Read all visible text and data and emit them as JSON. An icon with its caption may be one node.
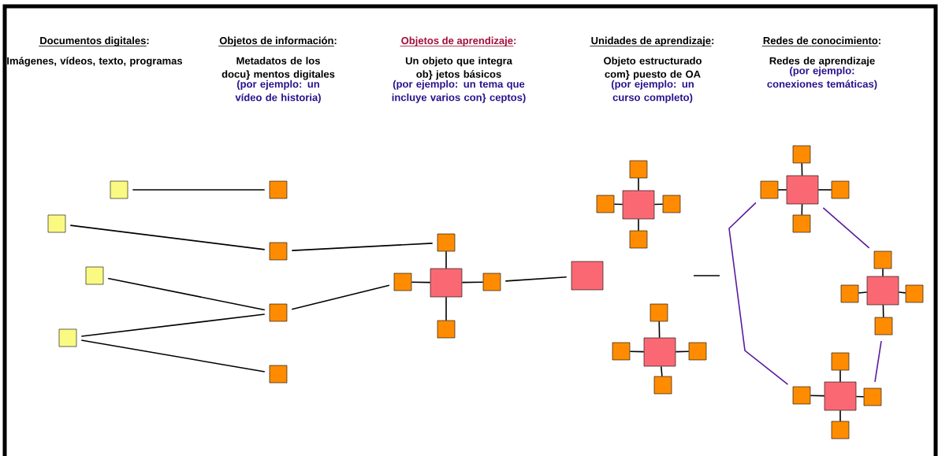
{
  "diagram": {
    "nodes": [
      {
        "text": [],
        "shape": "box"
      },
      {
        "text": [],
        "shape": "box"
      },
      {
        "text": [],
        "shape": "box"
      },
      {
        "text": [],
        "shape": "box"
      },
      {
        "text": [],
        "shape": "box"
      },
      {
        "text": [],
        "shape": "box"
      },
      {
        "text": [],
        "shape": "box"
      },
      {
        "text": [],
        "shape": "box"
      },
      {
        "text": [],
        "shape": "box"
      },
      {
        "text": [],
        "shape": "box"
      },
      {
        "text": [],
        "shape": "box"
      },
      {
        "text": [],
        "shape": "box"
      },
      {
        "text": [],
        "shape": "box"
      },
      {
        "text": [],
        "shape": "box"
      },
      {
        "text": [],
        "shape": "box"
      },
      {
        "text": [],
        "shape": "box"
      },
      {
        "text": [],
        "shape": "box"
      },
      {
        "text": [],
        "shape": "box"
      },
      {
        "text": [],
        "shape": "box"
      },
      {
        "text": [],
        "shape": "box"
      },
      {
        "text": [],
        "shape": "box"
      },
      {
        "text": [],
        "shape": "box"
      },
      {
        "text": [],
        "shape": "box"
      },
      {
        "text": [],
        "shape": "box"
      },
      {
        "text": [],
        "shape": "box"
      },
      {
        "text": [],
        "shape": "box"
      },
      {
        "text": [],
        "shape": "box"
      },
      {
        "text": [],
        "shape": "box"
      },
      {
        "text": [],
        "shape": "box"
      },
      {
        "text": [],
        "shape": "box"
      },
      {
        "text": [],
        "shape": "box"
      },
      {
        "text": [],
        "shape": "box"
      },
      {
        "text": [],
        "shape": "box"
      },
      {
        "text": [],
        "shape": "box"
      },
      {
        "text": [],
        "shape": "box"
      },
      {
        "text": [],
        "shape": "box"
      },
      {
        "text": [],
        "shape": "box"
      },
      {
        "text": [],
        "shape": "box"
      },
      {
        "text": [],
        "shape": "box"
      }
    ],
    "edges": [
      {
        "from": 0,
        "to": 4,
        "arrow": "none"
      },
      {
        "from": 1,
        "to": 5,
        "arrow": "none"
      },
      {
        "from": 2,
        "to": 6,
        "arrow": "none"
      },
      {
        "from": 3,
        "to": 6,
        "arrow": "none"
      },
      {
        "from": 3,
        "to": 7,
        "arrow": "none"
      },
      {
        "from": 5,
        "to": 9,
        "arrow": "none"
      },
      {
        "from": 6,
        "to": 10,
        "arrow": "none"
      },
      {
        "from": 8,
        "to": 9,
        "arrow": "none"
      },
      {
        "from": 8,
        "to": 10,
        "arrow": "none"
      },
      {
        "from": 8,
        "to": 11,
        "arrow": "none"
      },
      {
        "from": 8,
        "to": 12,
        "arrow": "none"
      },
      {
        "from": 11,
        "to": 13,
        "arrow": "none"
      },
      {
        "from": 14,
        "to": 15,
        "arrow": "none"
      },
      {
        "from": 14,
        "to": 16,
        "arrow": "none"
      },
      {
        "from": 14,
        "to": 17,
        "arrow": "none"
      },
      {
        "from": 14,
        "to": 18,
        "arrow": "none"
      },
      {
        "from": 19,
        "to": 20,
        "arrow": "none"
      },
      {
        "from": 19,
        "to": 21,
        "arrow": "none"
      },
      {
        "from": 19,
        "to": 22,
        "arrow": "none"
      },
      {
        "from": 19,
        "to": 23,
        "arrow": "none"
      },
      {
        "from": 24,
        "to": 25,
        "arrow": "none"
      },
      {
        "from": 24,
        "to": 26,
        "arrow": "none"
      },
      {
        "from": 24,
        "to": 27,
        "arrow": "none"
      },
      {
        "from": 24,
        "to": 28,
        "arrow": "none"
      },
      {
        "from": 29,
        "to": 30,
        "arrow": "none"
      },
      {
        "from": 29,
        "to": 31,
        "arrow": "none"
      },
      {
        "from": 29,
        "to": 32,
        "arrow": "none"
      },
      {
        "from": 29,
        "to": 33,
        "arrow": "none"
      },
      {
        "from": 34,
        "to": 35,
        "arrow": "none"
      },
      {
        "from": 34,
        "to": 36,
        "arrow": "none"
      },
      {
        "from": 34,
        "to": 37,
        "arrow": "none"
      },
      {
        "from": 34,
        "to": 38,
        "arrow": "none"
      },
      {
        "from": 26,
        "to": 36,
        "arrow": "none",
        "color": "#5b1a9c"
      },
      {
        "from": 24,
        "to": 30,
        "arrow": "none",
        "color": "#5b1a9c"
      },
      {
        "from": 33,
        "to": 37,
        "arrow": "none",
        "color": "#5b1a9c"
      }
    ],
    "labels": [
      "Documentos digitales:",
      "Imágenes, vídeos, texto, programas",
      "Objetos de información:",
      "Metadatos de los docu} mentos digitales",
      "(por ejemplo: un vídeo de historia)",
      "Objetos de aprendizaje:",
      "Un objeto que integra ob} jetos básicos",
      "(por ejemplo: un tema que incluye varios con} ceptos)",
      "Unidades de aprendizaje:",
      "Objeto estructurado com} puesto de OA",
      "(por ejemplo: un curso completo)",
      "Redes de conocimiento:",
      "Redes de aprendizaje",
      "(por ejemplo: conexiones temáticas)"
    ]
  }
}
